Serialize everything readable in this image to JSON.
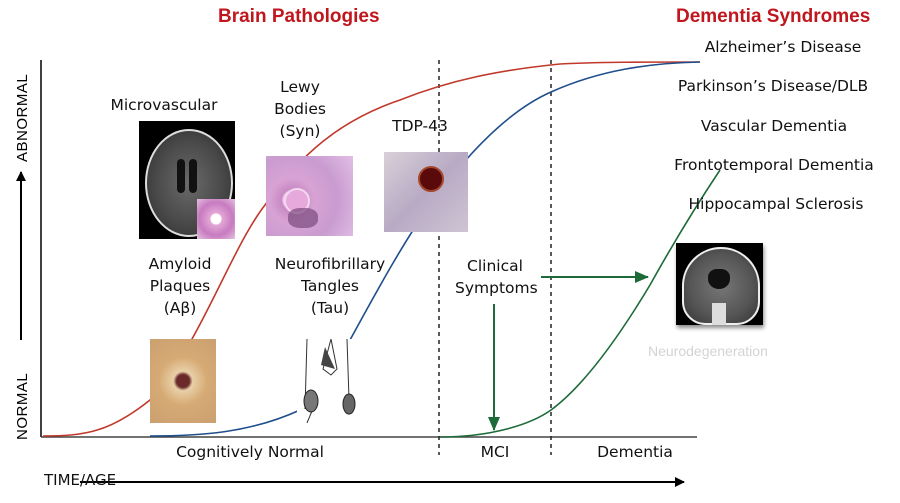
{
  "headers": {
    "left": "Brain Pathologies",
    "right": "Dementia Syndromes"
  },
  "y_axis": {
    "low_label": "NORMAL",
    "high_label": "ABNORMAL"
  },
  "x_axis": {
    "label": "TIME/AGE",
    "stages": [
      "Cognitively Normal",
      "MCI",
      "Dementia"
    ]
  },
  "pathologies": [
    {
      "id": "microvascular",
      "label": "Microvascular",
      "icon": "brain-mri-axial-image"
    },
    {
      "id": "lewy",
      "label_lines": [
        "Lewy",
        "Bodies",
        "(Syn)"
      ],
      "icon": "lewy-body-histology-image"
    },
    {
      "id": "tdp43",
      "label": "TDP-43",
      "icon": "tdp43-histology-image"
    },
    {
      "id": "amyloid",
      "label_lines": [
        "Amyloid",
        "Plaques",
        "(Aβ)"
      ],
      "icon": "amyloid-plaque-histology-image"
    },
    {
      "id": "tau",
      "label_lines": [
        "Neurofibrillary",
        "Tangles",
        "(Tau)"
      ],
      "icon": "neurofibrillary-tangle-drawing"
    }
  ],
  "clinical": {
    "label_lines": [
      "Clinical",
      "Symptoms"
    ]
  },
  "neurodegeneration": {
    "label": "Neurodegeneration",
    "icon": "brain-mri-coronal-image"
  },
  "syndromes": [
    "Alzheimer’s Disease",
    "Parkinson’s Disease/DLB",
    "Vascular Dementia",
    "Frontotemporal Dementia",
    "Hippocampal Sclerosis"
  ],
  "colors": {
    "header_red": "#c0161d",
    "curve_red": "#c0392b",
    "curve_blue": "#1f4e8c",
    "curve_green": "#1e6b3a",
    "arrow_green": "#1e6b3a",
    "neuro_label": "#d3d3d3"
  },
  "curves": [
    {
      "name": "Amyloid / early pathology",
      "color_key": "curve_red",
      "order": 1
    },
    {
      "name": "Tau / later pathology",
      "color_key": "curve_blue",
      "order": 2
    },
    {
      "name": "Neurodegeneration",
      "color_key": "curve_green",
      "order": 3
    }
  ]
}
